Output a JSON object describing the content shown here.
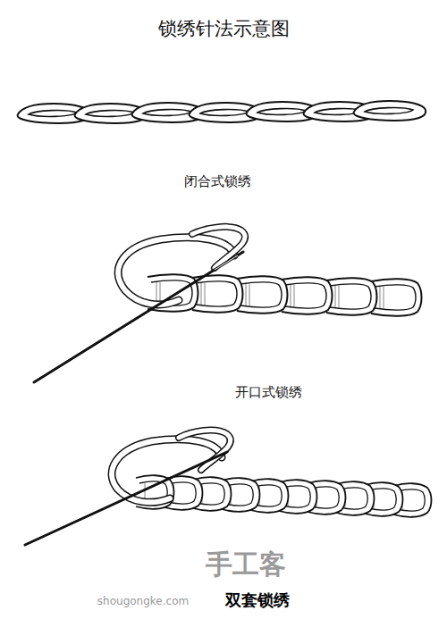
{
  "diagram": {
    "title": "锁绣针法示意图",
    "labels": [
      "闭合式锁绣",
      "开口式锁绣",
      "双套锁绣",
      "手工客",
      "shougongke.com"
    ]
  }
}
